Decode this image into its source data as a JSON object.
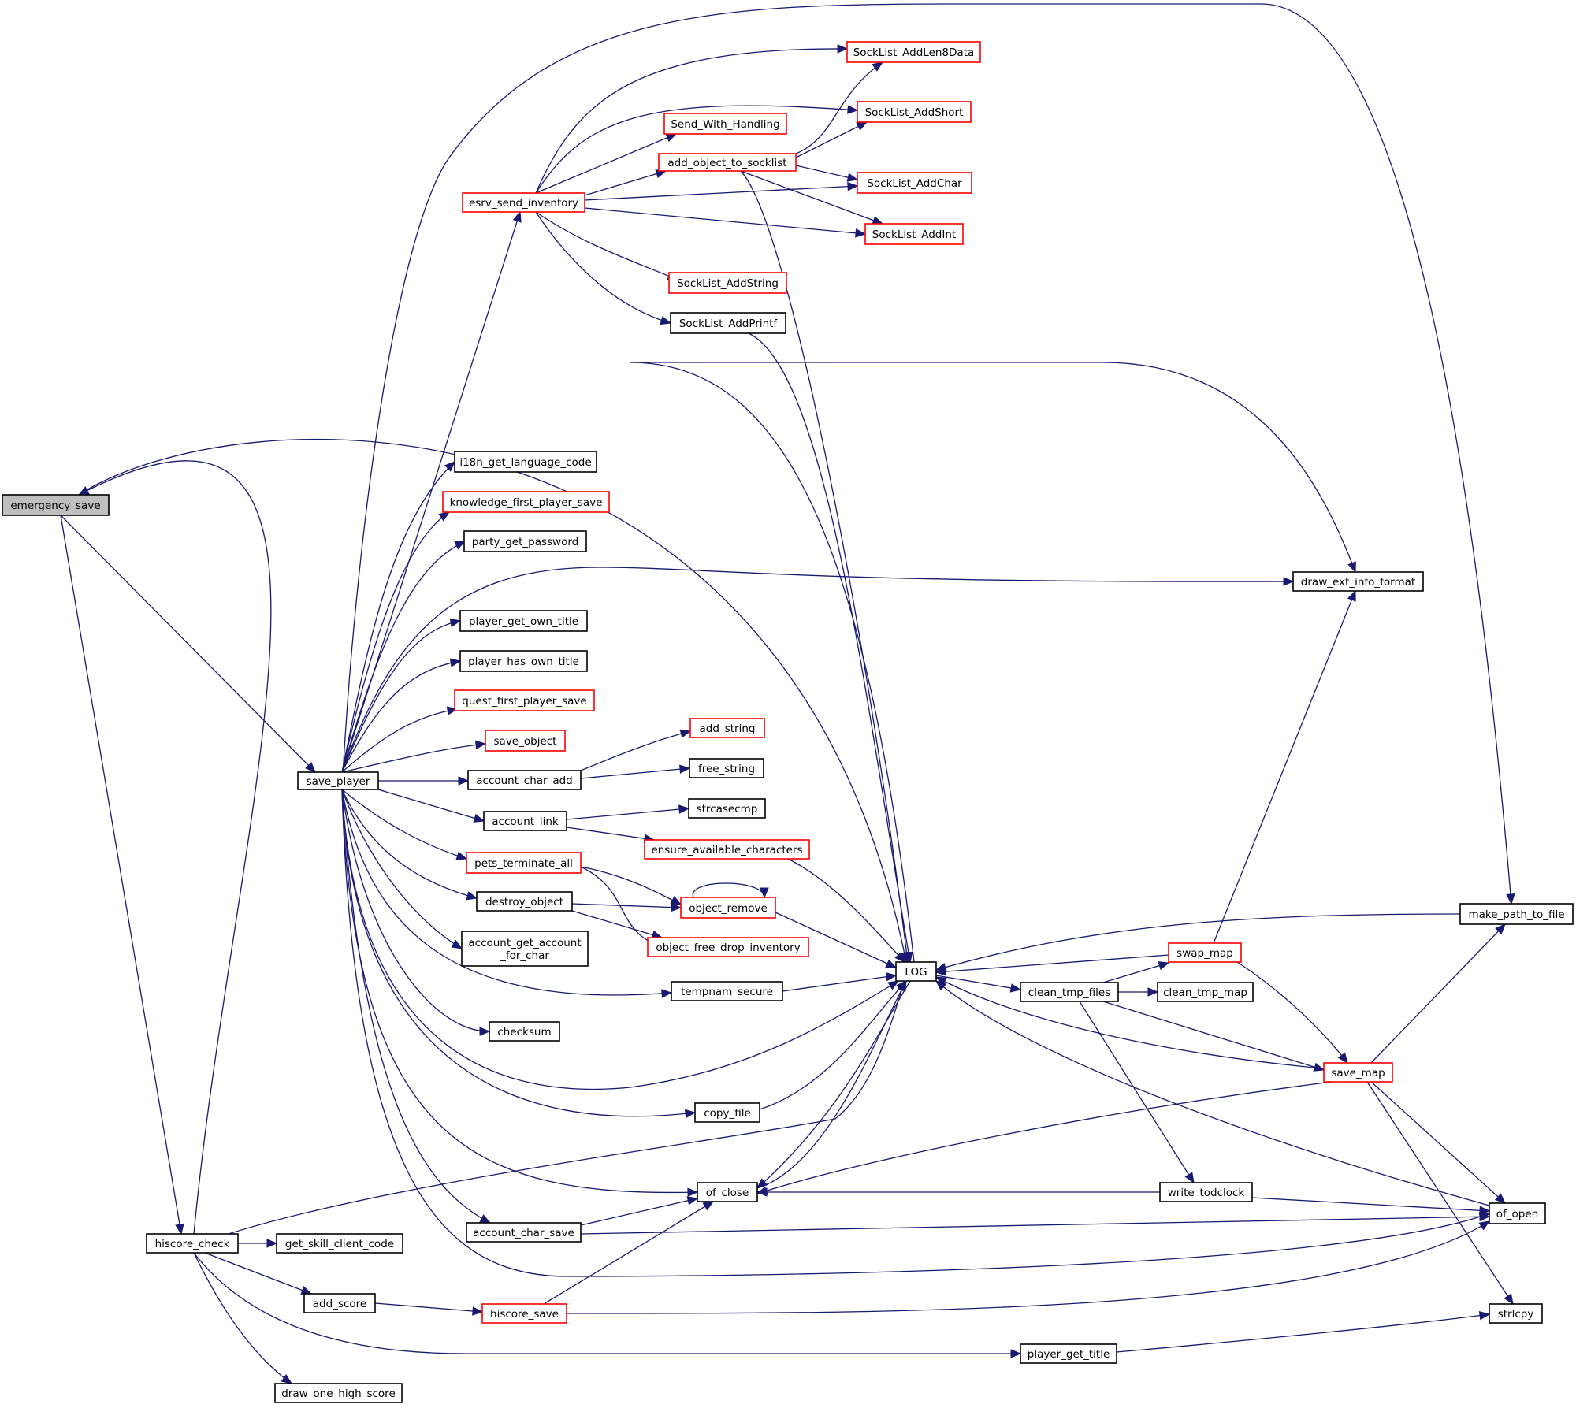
{
  "graph": {
    "title": "",
    "nodes": [
      {
        "id": "emergency_save",
        "label": "emergency_save",
        "style": "root"
      },
      {
        "id": "save_player",
        "label": "save_player",
        "style": "plain"
      },
      {
        "id": "hiscore_check",
        "label": "hiscore_check",
        "style": "plain"
      },
      {
        "id": "esrv_send_inventory",
        "label": "esrv_send_inventory",
        "style": "red"
      },
      {
        "id": "SockList_AddLen8Data",
        "label": "SockList_AddLen8Data",
        "style": "red"
      },
      {
        "id": "SockList_AddShort",
        "label": "SockList_AddShort",
        "style": "red"
      },
      {
        "id": "Send_With_Handling",
        "label": "Send_With_Handling",
        "style": "red"
      },
      {
        "id": "add_object_to_socklist",
        "label": "add_object_to_socklist",
        "style": "red"
      },
      {
        "id": "SockList_AddChar",
        "label": "SockList_AddChar",
        "style": "red"
      },
      {
        "id": "SockList_AddInt",
        "label": "SockList_AddInt",
        "style": "red"
      },
      {
        "id": "SockList_AddString",
        "label": "SockList_AddString",
        "style": "red"
      },
      {
        "id": "SockList_AddPrintf",
        "label": "SockList_AddPrintf",
        "style": "plain"
      },
      {
        "id": "i18n_get_language_code",
        "label": "i18n_get_language_code",
        "style": "plain"
      },
      {
        "id": "knowledge_first_player_save",
        "label": "knowledge_first_player_save",
        "style": "red"
      },
      {
        "id": "party_get_password",
        "label": "party_get_password",
        "style": "plain"
      },
      {
        "id": "draw_ext_info_format",
        "label": "draw_ext_info_format",
        "style": "plain"
      },
      {
        "id": "player_get_own_title",
        "label": "player_get_own_title",
        "style": "plain"
      },
      {
        "id": "player_has_own_title",
        "label": "player_has_own_title",
        "style": "plain"
      },
      {
        "id": "quest_first_player_save",
        "label": "quest_first_player_save",
        "style": "red"
      },
      {
        "id": "add_string",
        "label": "add_string",
        "style": "red"
      },
      {
        "id": "save_object",
        "label": "save_object",
        "style": "red"
      },
      {
        "id": "free_string",
        "label": "free_string",
        "style": "plain"
      },
      {
        "id": "account_char_add",
        "label": "account_char_add",
        "style": "plain"
      },
      {
        "id": "strcasecmp",
        "label": "strcasecmp",
        "style": "plain"
      },
      {
        "id": "account_link",
        "label": "account_link",
        "style": "plain"
      },
      {
        "id": "ensure_available_characters",
        "label": "ensure_available_characters",
        "style": "red"
      },
      {
        "id": "pets_terminate_all",
        "label": "pets_terminate_all",
        "style": "red"
      },
      {
        "id": "destroy_object",
        "label": "destroy_object",
        "style": "plain"
      },
      {
        "id": "object_remove",
        "label": "object_remove",
        "style": "red"
      },
      {
        "id": "make_path_to_file",
        "label": "make_path_to_file",
        "style": "plain"
      },
      {
        "id": "object_free_drop_inventory",
        "label": "object_free_drop_inventory",
        "style": "red"
      },
      {
        "id": "account_get_account_for_char",
        "label": "account_get_account\n_for_char",
        "style": "plain"
      },
      {
        "id": "swap_map",
        "label": "swap_map",
        "style": "red"
      },
      {
        "id": "LOG",
        "label": "LOG",
        "style": "plain"
      },
      {
        "id": "tempnam_secure",
        "label": "tempnam_secure",
        "style": "plain"
      },
      {
        "id": "clean_tmp_files",
        "label": "clean_tmp_files",
        "style": "plain"
      },
      {
        "id": "clean_tmp_map",
        "label": "clean_tmp_map",
        "style": "plain"
      },
      {
        "id": "checksum",
        "label": "checksum",
        "style": "plain"
      },
      {
        "id": "save_map",
        "label": "save_map",
        "style": "red"
      },
      {
        "id": "copy_file",
        "label": "copy_file",
        "style": "plain"
      },
      {
        "id": "of_close",
        "label": "of_close",
        "style": "plain"
      },
      {
        "id": "write_todclock",
        "label": "write_todclock",
        "style": "plain"
      },
      {
        "id": "of_open",
        "label": "of_open",
        "style": "plain"
      },
      {
        "id": "account_char_save",
        "label": "account_char_save",
        "style": "plain"
      },
      {
        "id": "get_skill_client_code",
        "label": "get_skill_client_code",
        "style": "plain"
      },
      {
        "id": "add_score",
        "label": "add_score",
        "style": "plain"
      },
      {
        "id": "hiscore_save",
        "label": "hiscore_save",
        "style": "red"
      },
      {
        "id": "strlcpy",
        "label": "strlcpy",
        "style": "plain"
      },
      {
        "id": "player_get_title",
        "label": "player_get_title",
        "style": "plain"
      },
      {
        "id": "draw_one_high_score",
        "label": "draw_one_high_score",
        "style": "plain"
      }
    ],
    "edges": [
      {
        "from": "emergency_save",
        "to": "save_player"
      },
      {
        "from": "emergency_save",
        "to": "hiscore_check"
      },
      {
        "from": "emergency_save",
        "to": "LOG"
      },
      {
        "from": "hiscore_check",
        "to": "emergency_save"
      },
      {
        "from": "save_player",
        "to": "esrv_send_inventory"
      },
      {
        "from": "save_player",
        "to": "i18n_get_language_code"
      },
      {
        "from": "save_player",
        "to": "knowledge_first_player_save"
      },
      {
        "from": "save_player",
        "to": "party_get_password"
      },
      {
        "from": "save_player",
        "to": "draw_ext_info_format"
      },
      {
        "from": "save_player",
        "to": "player_get_own_title"
      },
      {
        "from": "save_player",
        "to": "player_has_own_title"
      },
      {
        "from": "save_player",
        "to": "quest_first_player_save"
      },
      {
        "from": "save_player",
        "to": "save_object"
      },
      {
        "from": "save_player",
        "to": "account_char_add"
      },
      {
        "from": "save_player",
        "to": "account_link"
      },
      {
        "from": "save_player",
        "to": "pets_terminate_all"
      },
      {
        "from": "save_player",
        "to": "destroy_object"
      },
      {
        "from": "save_player",
        "to": "account_get_account_for_char"
      },
      {
        "from": "save_player",
        "to": "tempnam_secure"
      },
      {
        "from": "save_player",
        "to": "checksum"
      },
      {
        "from": "save_player",
        "to": "LOG"
      },
      {
        "from": "save_player",
        "to": "copy_file"
      },
      {
        "from": "save_player",
        "to": "of_close"
      },
      {
        "from": "save_player",
        "to": "account_char_save"
      },
      {
        "from": "save_player",
        "to": "of_open"
      },
      {
        "from": "save_player",
        "to": "make_path_to_file"
      },
      {
        "from": "esrv_send_inventory",
        "to": "SockList_AddLen8Data"
      },
      {
        "from": "esrv_send_inventory",
        "to": "SockList_AddShort"
      },
      {
        "from": "esrv_send_inventory",
        "to": "Send_With_Handling"
      },
      {
        "from": "esrv_send_inventory",
        "to": "add_object_to_socklist"
      },
      {
        "from": "esrv_send_inventory",
        "to": "SockList_AddChar"
      },
      {
        "from": "esrv_send_inventory",
        "to": "SockList_AddInt"
      },
      {
        "from": "esrv_send_inventory",
        "to": "SockList_AddString"
      },
      {
        "from": "esrv_send_inventory",
        "to": "SockList_AddPrintf"
      },
      {
        "from": "add_object_to_socklist",
        "to": "SockList_AddLen8Data"
      },
      {
        "from": "add_object_to_socklist",
        "to": "SockList_AddShort"
      },
      {
        "from": "add_object_to_socklist",
        "to": "SockList_AddChar"
      },
      {
        "from": "add_object_to_socklist",
        "to": "SockList_AddInt"
      },
      {
        "from": "add_object_to_socklist",
        "to": "LOG"
      },
      {
        "from": "SockList_AddPrintf",
        "to": "LOG"
      },
      {
        "from": "account_char_add",
        "to": "add_string"
      },
      {
        "from": "account_char_add",
        "to": "free_string"
      },
      {
        "from": "account_link",
        "to": "strcasecmp"
      },
      {
        "from": "account_link",
        "to": "ensure_available_characters"
      },
      {
        "from": "ensure_available_characters",
        "to": "LOG"
      },
      {
        "from": "pets_terminate_all",
        "to": "object_remove"
      },
      {
        "from": "pets_terminate_all",
        "to": "object_free_drop_inventory"
      },
      {
        "from": "destroy_object",
        "to": "object_remove"
      },
      {
        "from": "destroy_object",
        "to": "object_free_drop_inventory"
      },
      {
        "from": "object_remove",
        "to": "object_remove"
      },
      {
        "from": "object_remove",
        "to": "LOG"
      },
      {
        "from": "tempnam_secure",
        "to": "LOG"
      },
      {
        "from": "copy_file",
        "to": "LOG"
      },
      {
        "from": "LOG",
        "to": "draw_ext_info_format"
      },
      {
        "from": "LOG",
        "to": "clean_tmp_files"
      },
      {
        "from": "LOG",
        "to": "of_close"
      },
      {
        "from": "clean_tmp_files",
        "to": "swap_map"
      },
      {
        "from": "clean_tmp_files",
        "to": "clean_tmp_map"
      },
      {
        "from": "clean_tmp_files",
        "to": "save_map"
      },
      {
        "from": "clean_tmp_files",
        "to": "write_todclock"
      },
      {
        "from": "swap_map",
        "to": "draw_ext_info_format"
      },
      {
        "from": "swap_map",
        "to": "LOG"
      },
      {
        "from": "swap_map",
        "to": "save_map"
      },
      {
        "from": "make_path_to_file",
        "to": "LOG"
      },
      {
        "from": "save_map",
        "to": "LOG"
      },
      {
        "from": "save_map",
        "to": "make_path_to_file"
      },
      {
        "from": "save_map",
        "to": "of_close"
      },
      {
        "from": "save_map",
        "to": "of_open"
      },
      {
        "from": "save_map",
        "to": "strlcpy"
      },
      {
        "from": "of_close",
        "to": "LOG"
      },
      {
        "from": "of_open",
        "to": "LOG"
      },
      {
        "from": "write_todclock",
        "to": "of_close"
      },
      {
        "from": "write_todclock",
        "to": "of_open"
      },
      {
        "from": "account_char_save",
        "to": "of_close"
      },
      {
        "from": "account_char_save",
        "to": "of_open"
      },
      {
        "from": "hiscore_check",
        "to": "get_skill_client_code"
      },
      {
        "from": "hiscore_check",
        "to": "add_score"
      },
      {
        "from": "hiscore_check",
        "to": "player_get_title"
      },
      {
        "from": "hiscore_check",
        "to": "draw_one_high_score"
      },
      {
        "from": "hiscore_check",
        "to": "LOG"
      },
      {
        "from": "add_score",
        "to": "hiscore_save"
      },
      {
        "from": "hiscore_save",
        "to": "of_close"
      },
      {
        "from": "hiscore_save",
        "to": "of_open"
      },
      {
        "from": "player_get_title",
        "to": "strlcpy"
      }
    ]
  }
}
